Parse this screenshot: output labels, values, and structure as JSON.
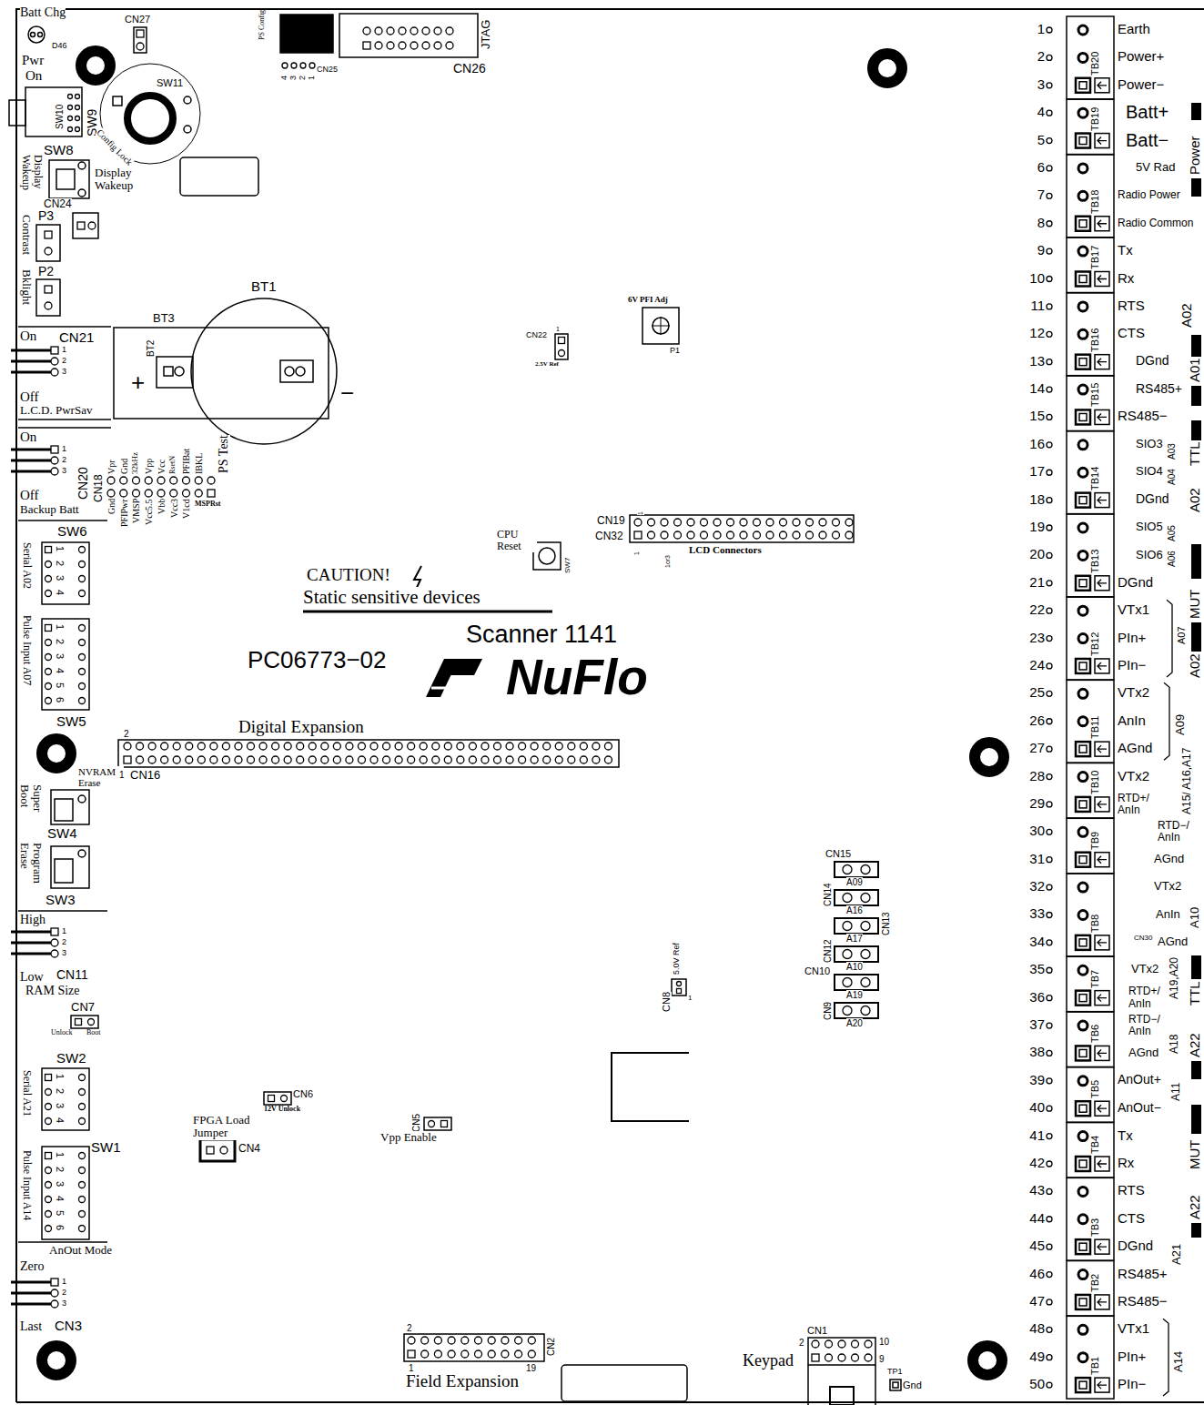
{
  "diagram": {
    "labels": [
      "1",
      "2",
      "3",
      "4",
      "5",
      "6",
      "7",
      "8",
      "9",
      "10",
      "11",
      "12",
      "13",
      "14",
      "15",
      "16",
      "17",
      "18",
      "19",
      "20",
      "21",
      "22",
      "23",
      "24",
      "25",
      "26",
      "27",
      "28",
      "29",
      "30",
      "31",
      "32",
      "33",
      "34",
      "35",
      "36",
      "37",
      "38",
      "39",
      "40",
      "41",
      "42",
      "43",
      "44",
      "45",
      "46",
      "47",
      "48",
      "49",
      "50",
      "Earth",
      "Power+",
      "Power−",
      "Batt+",
      "Batt−",
      "5V Rad",
      "Radio Power",
      "Radio Common",
      "Tx",
      "Rx",
      "RTS",
      "CTS",
      "DGnd",
      "RS485+",
      "RS485−",
      "SIO3",
      "SIO4",
      "DGnd",
      "SIO5",
      "SIO6",
      "DGnd",
      "VTx1",
      "PIn+",
      "PIn−",
      "VTx2",
      "AnIn",
      "AGnd",
      "VTx2",
      "RTD+/ AnIn",
      "RTD−/ AnIn",
      "AGnd",
      "VTx2",
      "AnIn",
      "AGnd",
      "VTx2",
      "RTD+/ AnIn",
      "RTD−/ AnIn",
      "AGnd",
      "AnOut+",
      "AnOut−",
      "Tx",
      "Rx",
      "RTS",
      "CTS",
      "DGnd",
      "RS485+",
      "RS485−",
      "VTx1",
      "PIn+",
      "PIn−",
      "TB20",
      "TB19",
      "TB18",
      "TB17",
      "TB16",
      "TB15",
      "TB14",
      "TB13",
      "TB12",
      "TB11",
      "TB10",
      "TB9",
      "TB8",
      "TB7",
      "TB6",
      "TB5",
      "TB4",
      "TB3",
      "TB2",
      "TB1",
      "Batt Chg",
      "CN27",
      "D46",
      "Pwr",
      "On",
      "SW10",
      "SW9",
      "SW11",
      "Config Lock",
      "Display Wakeup",
      "SW8",
      "Display Wakeup",
      "CN24",
      "P3",
      "Contrast",
      "P2",
      "Bklight",
      "On",
      "CN21",
      "1",
      "2",
      "3",
      "Off",
      "L.C.D. PwrSav",
      "BT3",
      "BT1",
      "BT2",
      "+",
      "−",
      "On",
      "1",
      "2",
      "3",
      "CN20",
      "Off",
      "Backup Batt",
      "CN18",
      "Vpr",
      "Gnd",
      "32kHz",
      "Vpp",
      "Vcc",
      "RsetN",
      "PFIBat",
      "IBKL",
      "PS Test",
      "Gnd",
      "PFIPwr",
      "VMSP",
      "Vcc5.5",
      "Vbb",
      "Vcc3",
      "V1cd",
      "MSPRst",
      "SW6",
      "Serial A02",
      "1",
      "2",
      "3",
      "4",
      "Pulse Input A07",
      "1",
      "2",
      "3",
      "4",
      "5",
      "6",
      "SW5",
      "NVRAM Erase",
      "Super Boot",
      "SW4",
      "Program Erase",
      "SW3",
      "High",
      "1",
      "2",
      "3",
      "Low",
      "CN11",
      "RAM Size",
      "CN7",
      "Unlock",
      "Boot",
      "SW2",
      "Serial A21",
      "1",
      "2",
      "3",
      "4",
      "SW1",
      "Pulse Input A14",
      "1",
      "2",
      "3",
      "4",
      "5",
      "6",
      "AnOut Mode",
      "Zero",
      "1",
      "2",
      "3",
      "Last",
      "CN3",
      "PS Config",
      "4",
      "3",
      "2",
      "1",
      "CN25",
      "JTAG",
      "CN26",
      "6V PFI Adj",
      "P1",
      "CN22",
      "1",
      "2.5V Ref",
      "CPU Reset",
      "SW7",
      "CN19",
      "CN32",
      "1",
      "1",
      "1or3",
      "LCD Connectors",
      "CAUTION!",
      "Static sensitive devices",
      "Scanner 1141",
      "PC06773−02",
      "NuFlo",
      "Digital Expansion",
      "2",
      "1",
      "CN16",
      "CN6",
      "12V Unlock",
      "FPGA Load Jumper",
      "CN4",
      "CN5",
      "Vpp Enable",
      "CN8",
      "5.0V Ref",
      "1",
      "CN15",
      "A09",
      "CN14",
      "A16",
      "CN13",
      "A17",
      "CN12",
      "A10",
      "CN10",
      "A19",
      "CN9",
      "A20",
      "2",
      "1",
      "19",
      "CN2",
      "Field Expansion",
      "CN1",
      "2",
      "10",
      "9",
      "Keypad",
      "TP1",
      "Gnd",
      "Power",
      "A02",
      "A01",
      "A03",
      "A04",
      "TTL",
      "A02",
      "A05",
      "A06",
      "MUT",
      "A02",
      "A07",
      "A09",
      "A15/ A16,A17",
      "A10",
      "A19,A20",
      "A18",
      "TTL",
      "A22",
      "A11",
      "MUT",
      "A22",
      "A21",
      "A14",
      "CN30"
    ]
  }
}
